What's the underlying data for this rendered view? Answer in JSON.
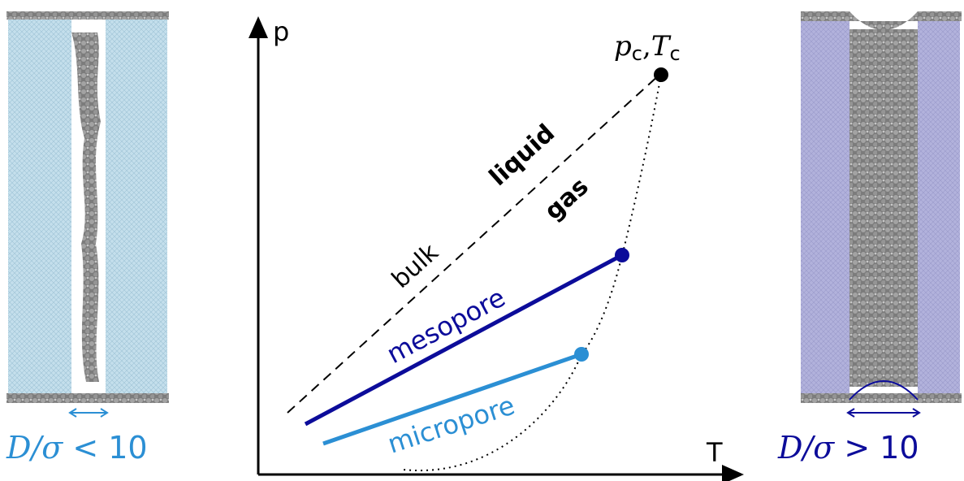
{
  "colors": {
    "micro": "#2b8fd4",
    "meso": "#0c0c9a",
    "black": "#000000",
    "wall_left": "#bcd9e8",
    "wall_right": "#a8a8d8",
    "particles": "#8a8a8a"
  },
  "axes": {
    "x_label": "T",
    "y_label": "p"
  },
  "critical_point": {
    "label_p": "p",
    "label_sub_c": "c",
    "sep": ",",
    "label_T": "T"
  },
  "phase_labels": {
    "liquid": "liquid",
    "gas": "gas"
  },
  "lines": {
    "bulk": "bulk",
    "mesopore": "mesopore",
    "micropore": "micropore"
  },
  "captions": {
    "left": {
      "var": "D/σ",
      "op": "<",
      "value": "10"
    },
    "right": {
      "var": "D/σ",
      "op": ">",
      "value": "10"
    }
  }
}
